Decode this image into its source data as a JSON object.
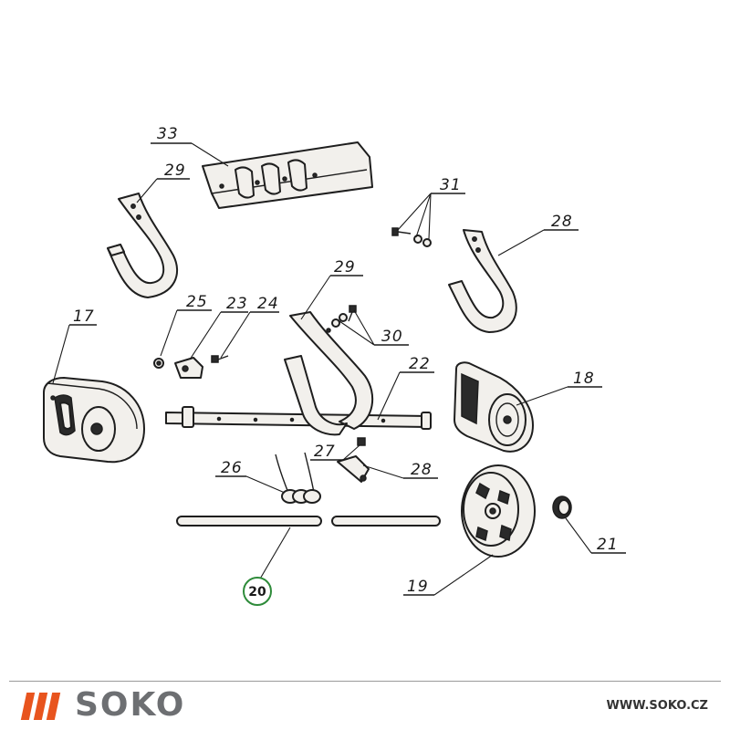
{
  "diagram": {
    "part_labels": {
      "p17": "17",
      "p18": "18",
      "p19": "19",
      "p20": "20",
      "p21": "21",
      "p22": "22",
      "p23": "23",
      "p24": "24",
      "p25": "25",
      "p26": "26",
      "p27": "27",
      "p28a": "28",
      "p28b": "28",
      "p29a": "29",
      "p29b": "29",
      "p30": "30",
      "p31": "31",
      "p33": "33"
    },
    "highlighted_part": "20",
    "highlight_color": "#2e8b3a"
  },
  "footer": {
    "brand": "SOKO",
    "url": "WWW.SOKO.CZ",
    "brand_color": "#6d6f72",
    "accent_color": "#e8541e"
  }
}
